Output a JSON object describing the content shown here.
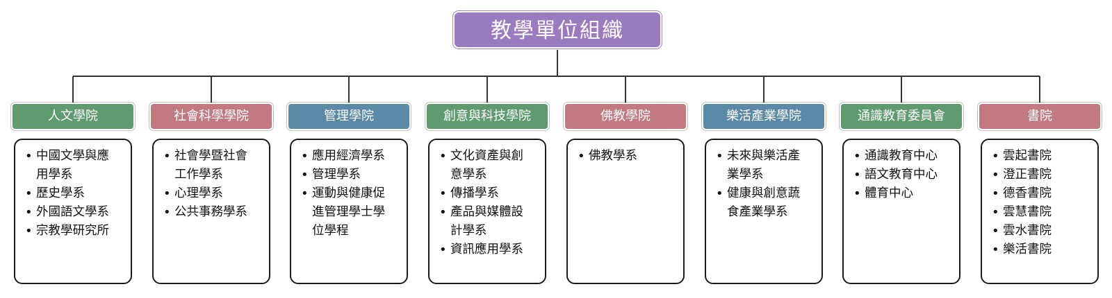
{
  "root": {
    "title": "教學單位組織"
  },
  "colors": {
    "root": "#9b7bbf",
    "green": "#5f9b6e",
    "red": "#c17b80",
    "blue": "#5b8aa6",
    "line": "#333333"
  },
  "units": [
    {
      "title": "人文學院",
      "color": "green",
      "items": [
        "中國文學與應用學系",
        "歷史學系",
        "外國語文學系",
        "宗教學研究所"
      ]
    },
    {
      "title": "社會科學學院",
      "color": "red",
      "items": [
        "社會學暨社會工作學系",
        "心理學系",
        "公共事務學系"
      ]
    },
    {
      "title": "管理學院",
      "color": "blue",
      "items": [
        "應用經濟學系",
        "管理學系",
        "運動與健康促進管理學士學位學程"
      ]
    },
    {
      "title": "創意與科技學院",
      "color": "green",
      "items": [
        "文化資產與創意學系",
        "傳播學系",
        "產品與媒體設計學系",
        "資訊應用學系"
      ]
    },
    {
      "title": "佛教學院",
      "color": "red",
      "items": [
        "佛教學系"
      ]
    },
    {
      "title": "樂活產業學院",
      "color": "blue",
      "items": [
        "未來與樂活產業學系",
        "健康與創意蔬食產業學系"
      ]
    },
    {
      "title": "通識教育委員會",
      "color": "green",
      "items": [
        "通識教育中心",
        "語文教育中心",
        "體育中心"
      ]
    },
    {
      "title": "書院",
      "color": "red",
      "items": [
        "雲起書院",
        "澄正書院",
        "德香書院",
        "雲慧書院",
        "雲水書院",
        "樂活書院"
      ]
    }
  ]
}
